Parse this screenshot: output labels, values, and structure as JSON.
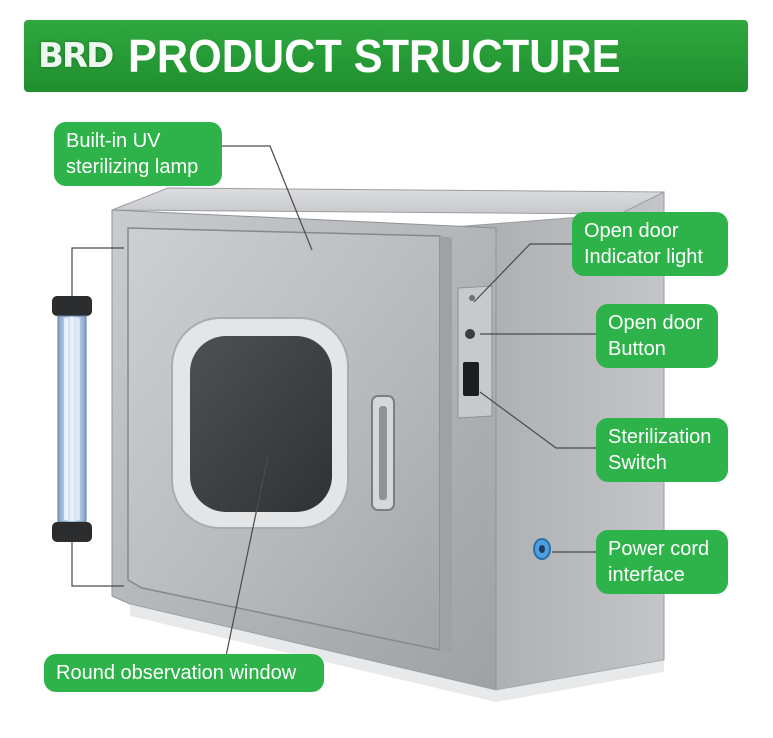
{
  "banner": {
    "logo_text": "BRD",
    "title": "PRODUCT STRUCTURE"
  },
  "colors": {
    "banner_green": "#1f8f2e",
    "callout_green": "#2eb24a",
    "steel": "#b9bcbf"
  },
  "callouts": {
    "uv_lamp": {
      "line1": "Built-in UV",
      "line2": "sterilizing lamp"
    },
    "indicator": {
      "line1": "Open door",
      "line2": "Indicator light"
    },
    "button": {
      "line1": "Open door",
      "line2": "Button"
    },
    "switch": {
      "line1": "Sterilization",
      "line2": "Switch"
    },
    "power": {
      "line1": "Power cord",
      "line2": "interface"
    },
    "window": {
      "line1": "Round observation window"
    }
  }
}
